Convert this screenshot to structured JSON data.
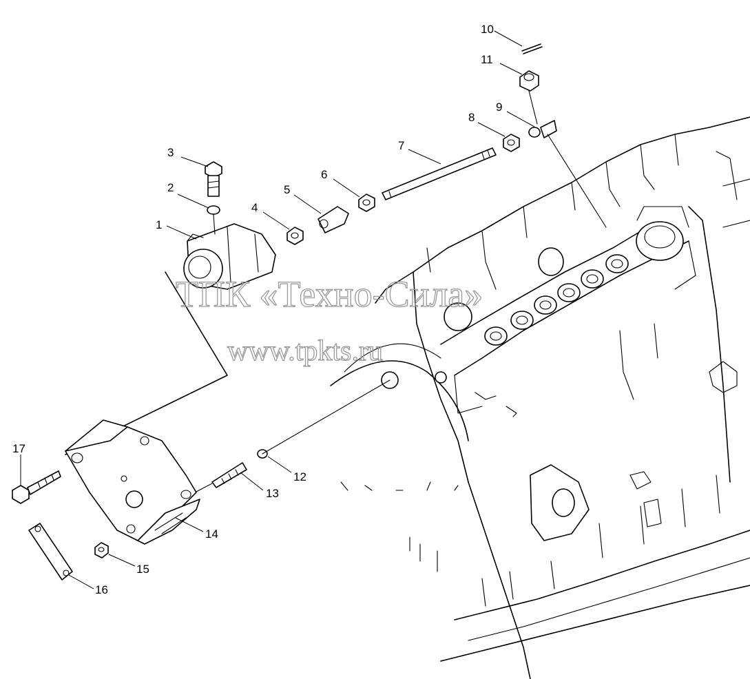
{
  "diagram": {
    "callouts": [
      {
        "id": "1",
        "label": "1"
      },
      {
        "id": "2",
        "label": "2"
      },
      {
        "id": "3",
        "label": "3"
      },
      {
        "id": "4",
        "label": "4"
      },
      {
        "id": "5",
        "label": "5"
      },
      {
        "id": "6",
        "label": "6"
      },
      {
        "id": "7",
        "label": "7"
      },
      {
        "id": "8",
        "label": "8"
      },
      {
        "id": "9",
        "label": "9"
      },
      {
        "id": "10",
        "label": "10"
      },
      {
        "id": "11",
        "label": "11"
      },
      {
        "id": "12",
        "label": "12"
      },
      {
        "id": "13",
        "label": "13"
      },
      {
        "id": "14",
        "label": "14"
      },
      {
        "id": "15",
        "label": "15"
      },
      {
        "id": "16",
        "label": "16"
      },
      {
        "id": "17",
        "label": "17"
      }
    ],
    "watermark": {
      "line1": "ТПК «Техно-Сила»",
      "line2": "www.tpkts.ru"
    }
  }
}
